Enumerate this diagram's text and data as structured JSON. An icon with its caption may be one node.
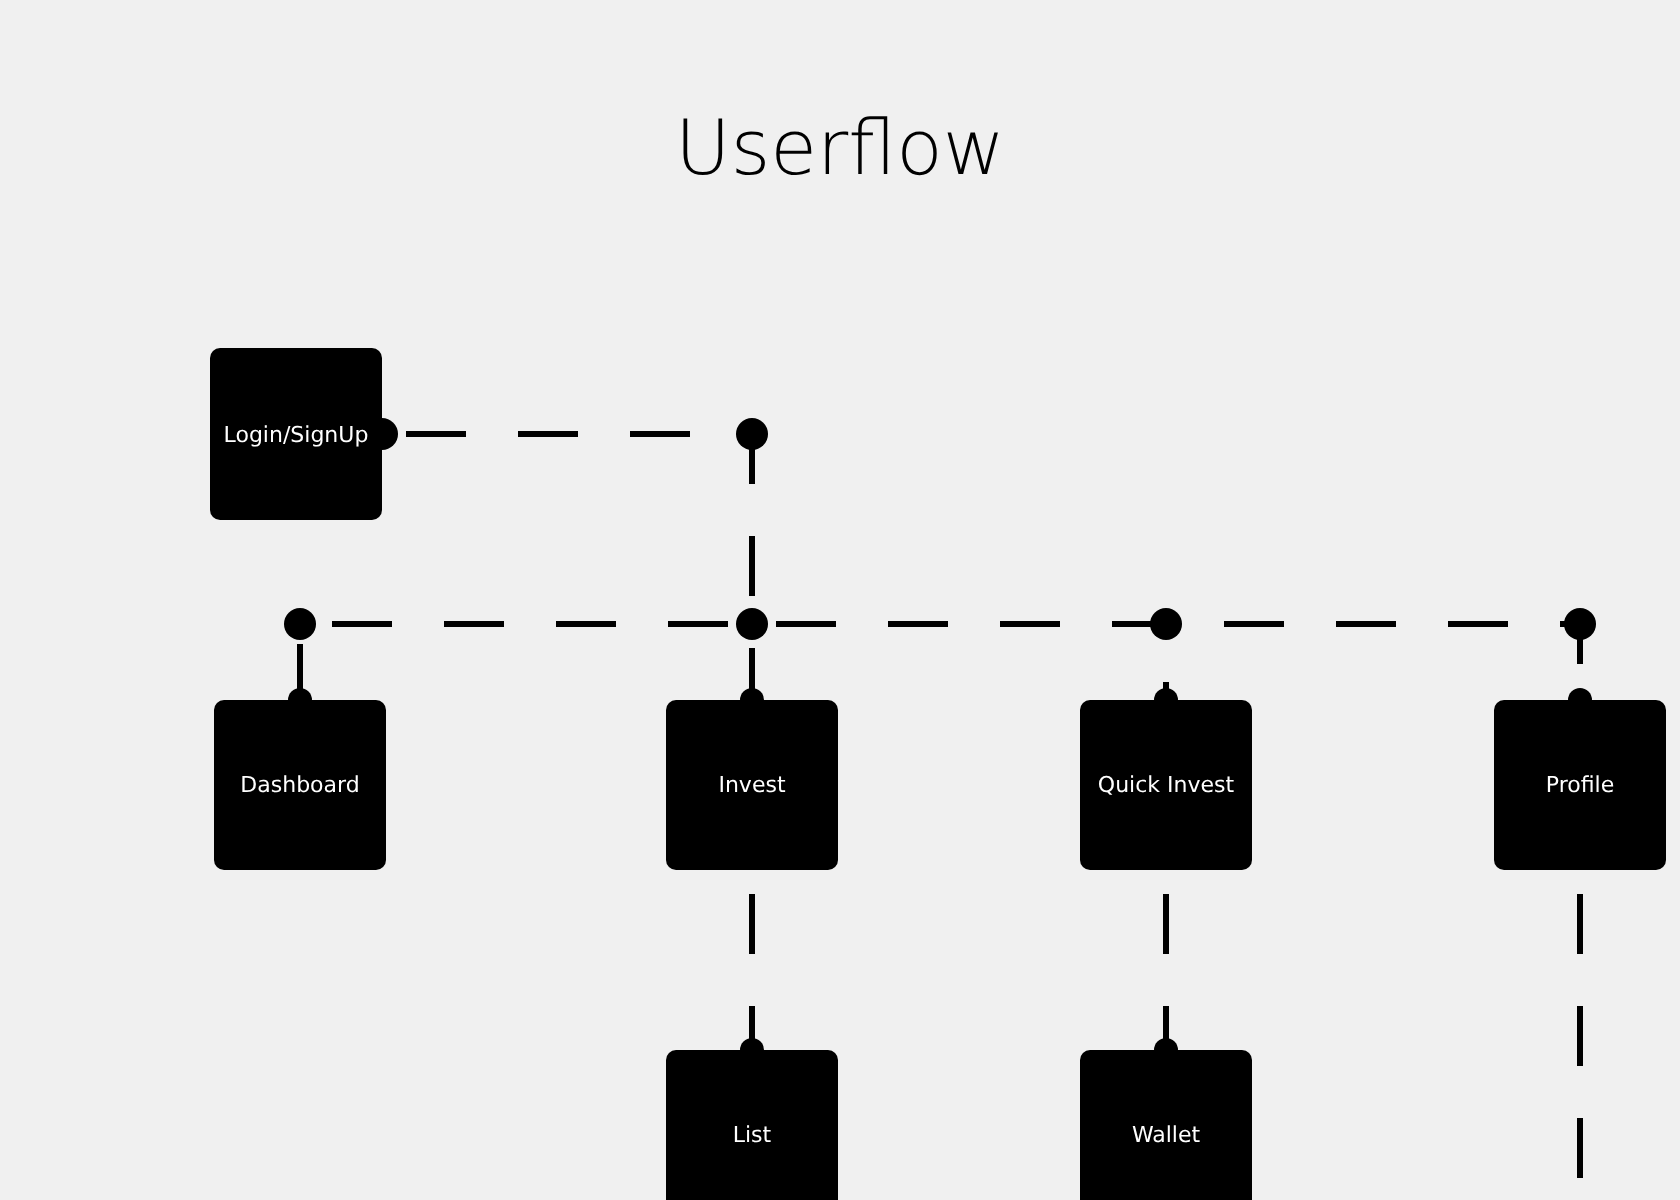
{
  "diagram": {
    "title": "Userflow",
    "nodes": [
      {
        "text": [
          "Login/SignUp"
        ]
      },
      {
        "text": [
          "Dashboard"
        ]
      },
      {
        "text": [
          "Invest"
        ]
      },
      {
        "text": [
          "Quick Invest"
        ]
      },
      {
        "text": [
          "Profile"
        ]
      },
      {
        "text": [
          "List"
        ]
      },
      {
        "text": [
          "Wallet"
        ]
      }
    ],
    "edges": [
      {
        "from": 0,
        "to": 1,
        "arrow": "other",
        "style": "dashed"
      },
      {
        "from": 0,
        "to": 2,
        "arrow": "other",
        "style": "dashed"
      },
      {
        "from": 0,
        "to": 3,
        "arrow": "other",
        "style": "dashed"
      },
      {
        "from": 0,
        "to": 4,
        "arrow": "other",
        "style": "dashed"
      },
      {
        "from": 2,
        "to": 5,
        "arrow": "other",
        "style": "dashed"
      },
      {
        "from": 3,
        "to": 6,
        "arrow": "other",
        "style": "dashed"
      },
      {
        "from": 4,
        "to": null,
        "arrow": "none",
        "style": "dashed"
      }
    ]
  }
}
